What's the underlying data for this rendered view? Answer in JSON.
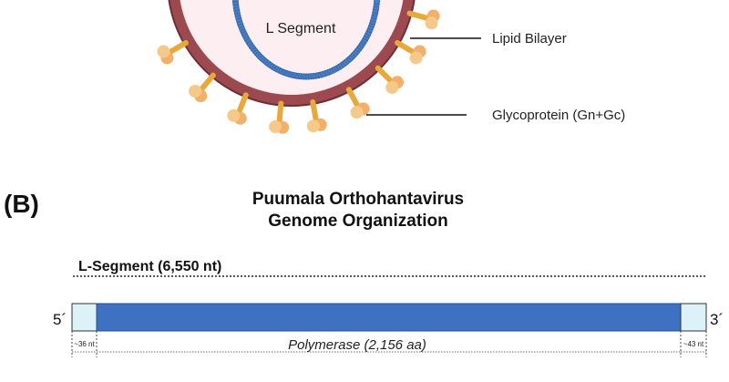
{
  "virion": {
    "segment_label": "L Segment",
    "lipid_label": "Lipid Bilayer",
    "glyco_label": "Glycoprotein (Gn+Gc)"
  },
  "panel_b": {
    "letter": "(B)",
    "title_line1": "Puumala Orthohantavirus",
    "title_line2": "Genome Organization"
  },
  "genome": {
    "segment_label": "L-Segment (6,550 nt)",
    "five_prime": "5´",
    "three_prime": "3´",
    "utr5_label": "~36 nt",
    "utr3_label": "~43 nt",
    "orf_label": "Polymerase (2,156 aa)",
    "total_nt": 6550,
    "utr5_nt": 36,
    "utr3_nt": 43
  },
  "colors": {
    "membrane": "#9c4a4f",
    "membrane_edge": "#6e2c33",
    "interior": "#fdeef2",
    "rna": "#4a7fc4",
    "glyco_stalk": "#e7a93c",
    "glyco_head": "#f5c98a",
    "glyco_knob": "#f2b06a",
    "orf": "#3f71c3",
    "utr": "#ddf1f8"
  }
}
